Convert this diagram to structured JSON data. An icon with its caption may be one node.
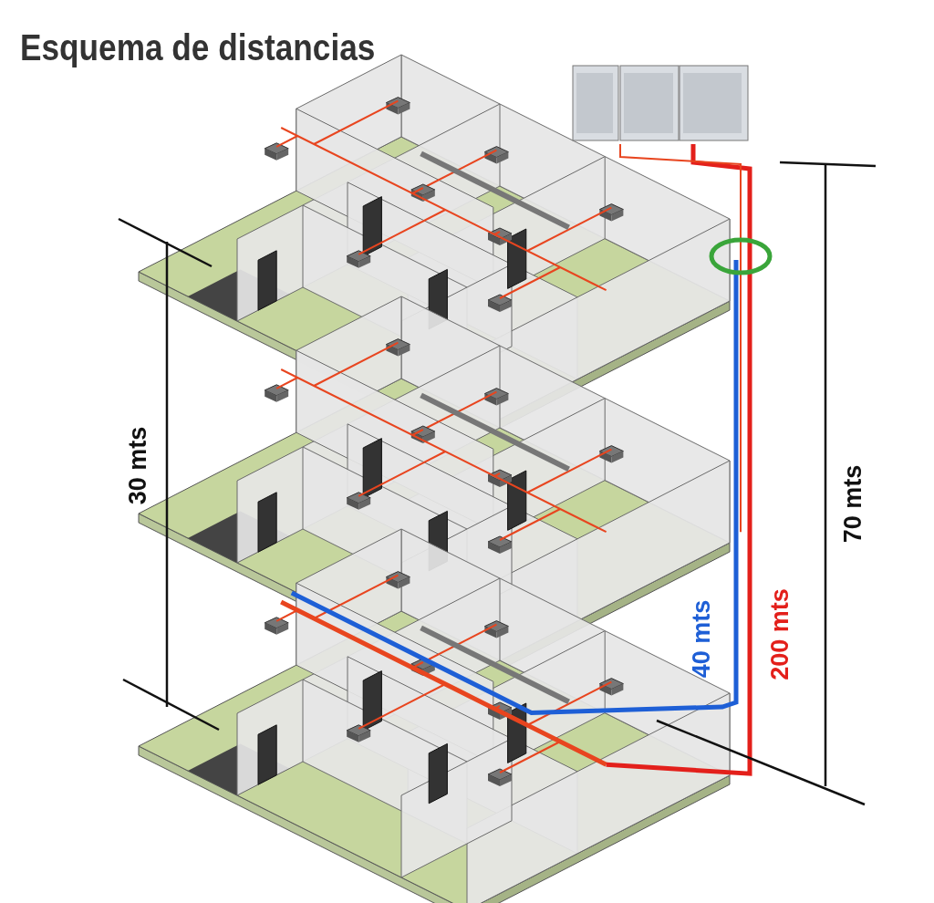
{
  "diagram": {
    "title": "Esquema de distancias",
    "labels": [
      "30 mts",
      "40 mts",
      "200 mts",
      "70 mts"
    ]
  }
}
